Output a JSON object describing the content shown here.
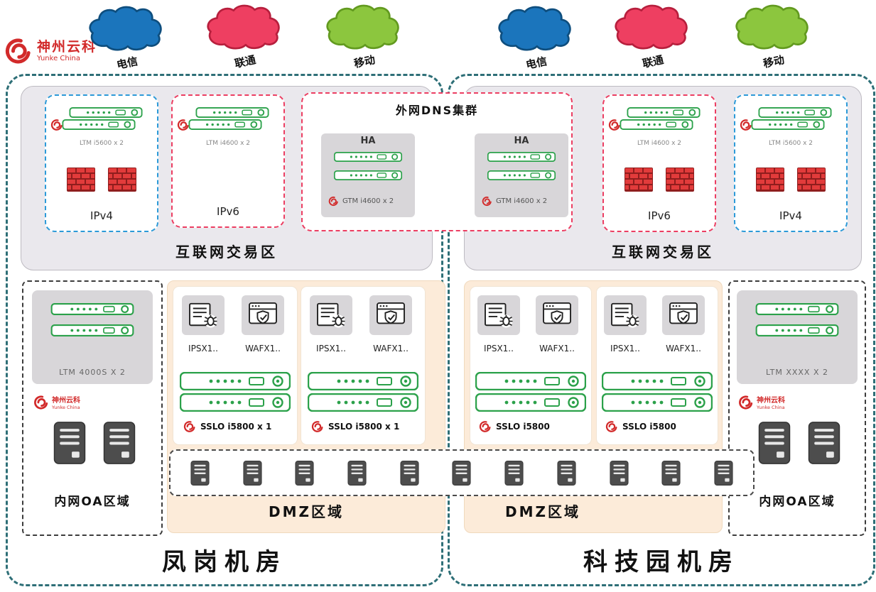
{
  "logo": {
    "title": "神州云科",
    "subtitle": "Yunke China"
  },
  "palette": {
    "region_border": "#2e6f77",
    "ipv4_border": "#2c9ad8",
    "ipv6_border": "#ec3e62",
    "device_green": "#2ba14a",
    "dmz_fill": "#fcebd9",
    "zone_fill": "#eae8ed",
    "brand_red": "#d22a2a"
  },
  "isp_clouds": [
    {
      "label": "电信",
      "color": "#1b75bc",
      "stroke": "#0e4e7e"
    },
    {
      "label": "联通",
      "color": "#ee3f61",
      "stroke": "#b71f3d"
    },
    {
      "label": "移动",
      "color": "#8cc63e",
      "stroke": "#629a1f"
    },
    {
      "label": "电信",
      "color": "#1b75bc",
      "stroke": "#0e4e7e"
    },
    {
      "label": "联通",
      "color": "#ee3f61",
      "stroke": "#b71f3d"
    },
    {
      "label": "移动",
      "color": "#8cc63e",
      "stroke": "#629a1f"
    }
  ],
  "dns_cluster": {
    "title": "外网DNS集群",
    "ha": [
      {
        "label": "HA",
        "device": "GTM i4600 x 2"
      },
      {
        "label": "HA",
        "device": "GTM i4600 x 2"
      }
    ]
  },
  "left_dc": {
    "name": "凤岗机房",
    "internet_zone_label": "互联网交易区",
    "ipv4": {
      "label": "IPv4",
      "device": "LTM i5600 x 2"
    },
    "ipv6": {
      "label": "IPv6",
      "device": "LTM i4600 x 2"
    },
    "oa_zone": {
      "label": "内网OA区域",
      "device": "LTM 4000S X 2"
    },
    "dmz": {
      "label": "DMZ区域",
      "panels": [
        {
          "ips": "IPSX1..",
          "waf": "WAFX1..",
          "sslo": "SSLO i5800 x 1"
        },
        {
          "ips": "IPSX1..",
          "waf": "WAFX1..",
          "sslo": "SSLO i5800 x 1"
        }
      ]
    }
  },
  "right_dc": {
    "name": "科技园机房",
    "internet_zone_label": "互联网交易区",
    "ipv6": {
      "label": "IPv6",
      "device": "LTM i4600 x 2"
    },
    "ipv4": {
      "label": "IPv4",
      "device": "LTM i5600 x 2"
    },
    "oa_zone": {
      "label": "内网OA区域",
      "device": "LTM XXXX X 2"
    },
    "dmz": {
      "label": "DMZ区域",
      "panels": [
        {
          "ips": "IPSX1..",
          "waf": "WAFX1..",
          "sslo": "SSLO i5800"
        },
        {
          "ips": "IPSX1..",
          "waf": "WAFX1..",
          "sslo": "SSLO i5800"
        }
      ]
    }
  }
}
